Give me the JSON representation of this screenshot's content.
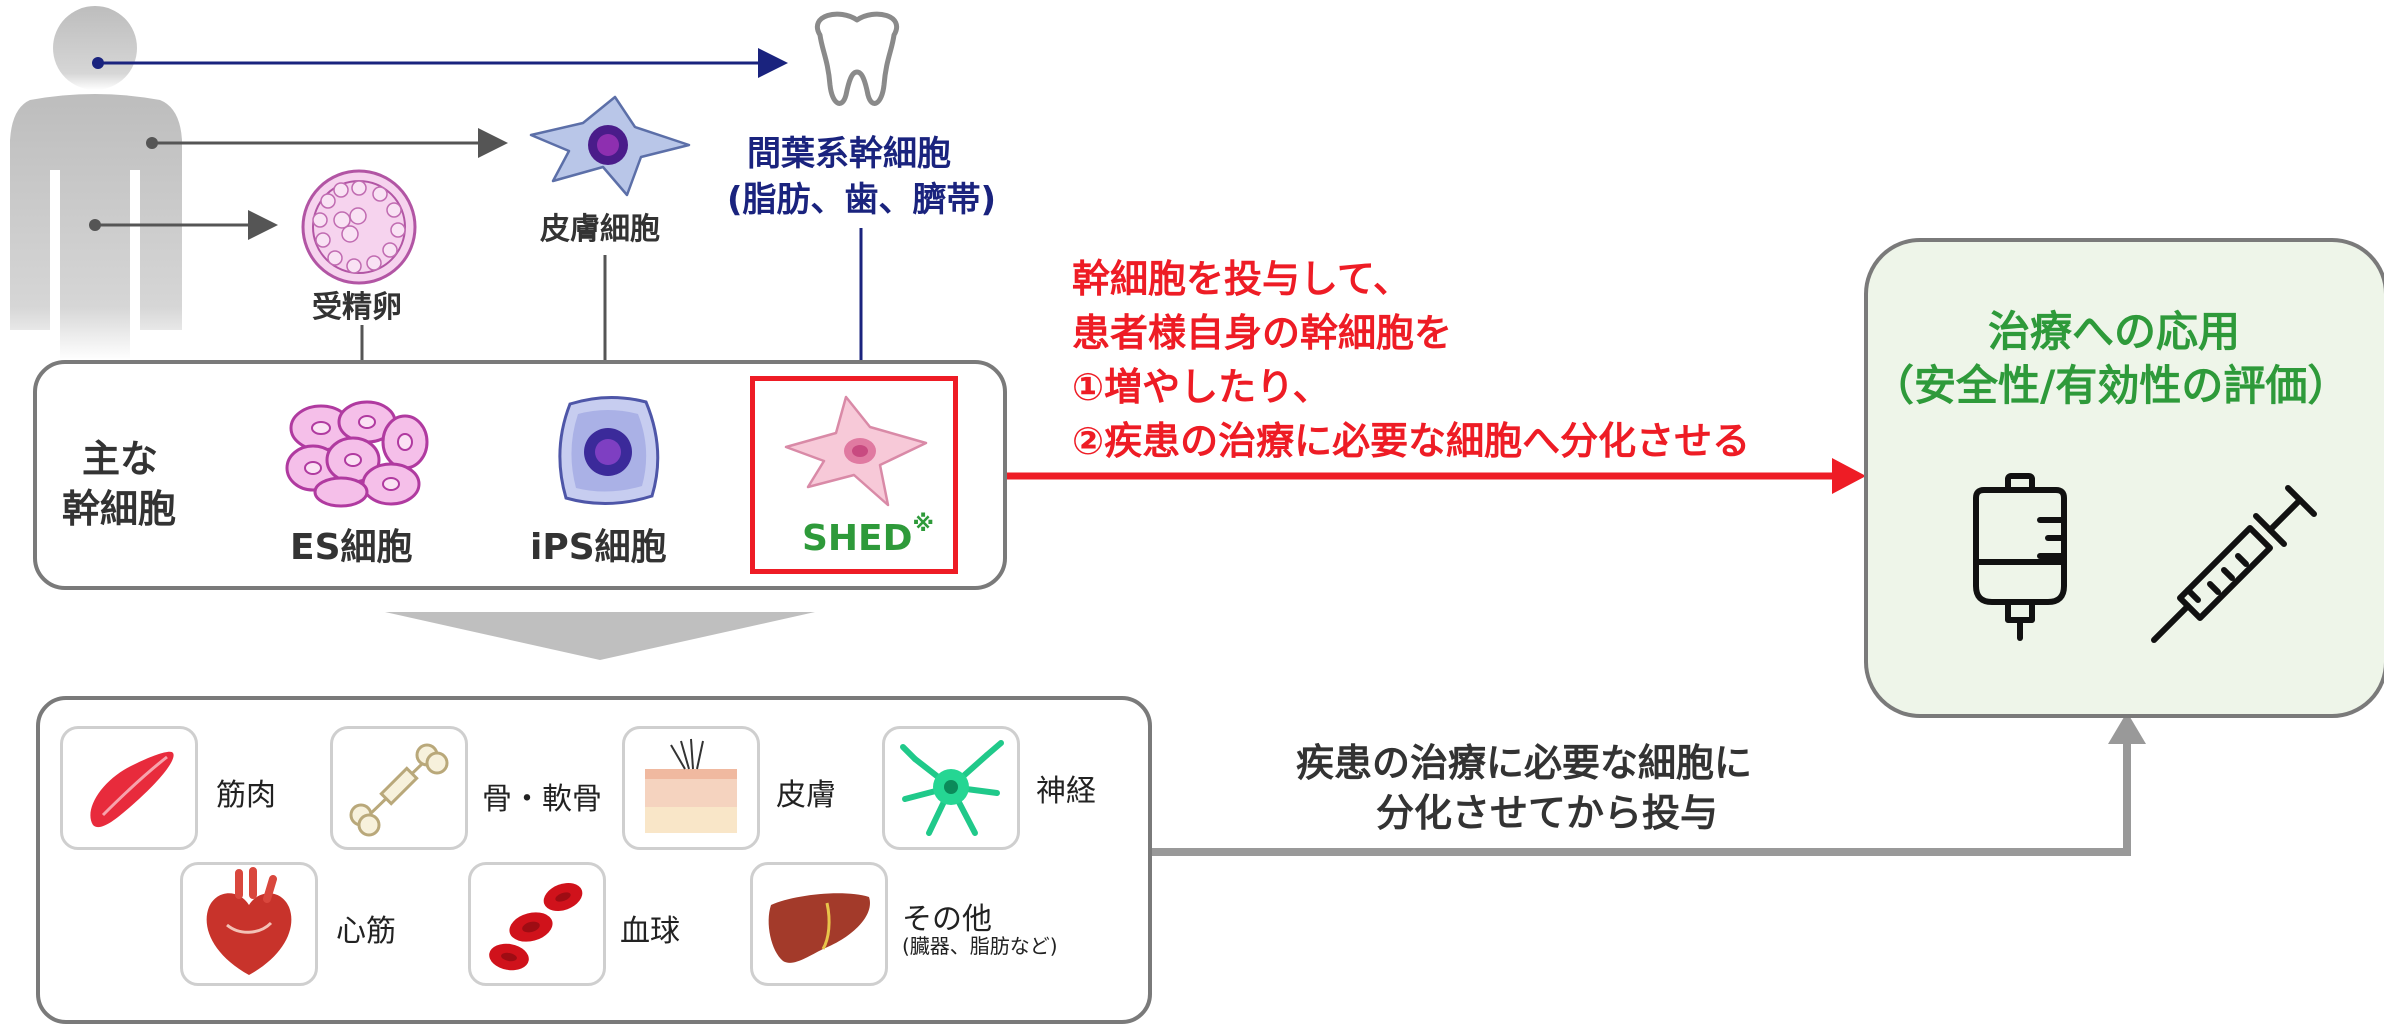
{
  "sources": {
    "fertilized_egg": "受精卵",
    "skin_cell": "皮膚細胞",
    "msc_line1": "間葉系幹細胞",
    "msc_line2": "(脂肪、歯、臍帯)"
  },
  "stem_cells": {
    "heading_line1": "主な",
    "heading_line2": "幹細胞",
    "es": "ES細胞",
    "ips": "iPS細胞",
    "shed": "SHED",
    "shed_mark": "※"
  },
  "red_message": [
    "幹細胞を投与して、",
    "患者様自身の幹細胞を",
    "①増やしたり、",
    "②疾患の治療に必要な細胞へ分化させる"
  ],
  "application": {
    "title_line1": "治療への応用",
    "title_line2": "（安全性/有効性の評価）"
  },
  "differentiated": {
    "muscle": "筋肉",
    "bone": "骨・軟骨",
    "skin": "皮膚",
    "nerve": "神経",
    "heart": "心筋",
    "blood": "血球",
    "other": "その他",
    "other_sub": "(臓器、脂肪など)"
  },
  "gray_message": {
    "line1": "疾患の治療に必要な細胞に",
    "line2": "分化させてから投与"
  },
  "colors": {
    "navy": "#1a237e",
    "red": "#ee1c25",
    "green": "#2e9a3a",
    "gray_arrow": "#999999",
    "box_border": "#7a7a7a",
    "app_bg": "#eef5e9"
  }
}
